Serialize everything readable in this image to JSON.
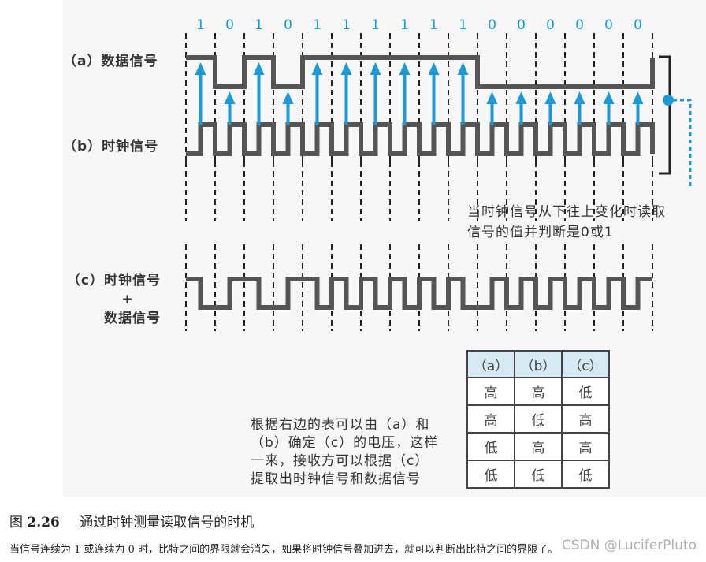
{
  "labels": {
    "a": "（a）数据信号",
    "b": "（b）时钟信号",
    "c_line1": "（c）时钟信号",
    "c_line2": "+",
    "c_line3": "数据信号"
  },
  "bits": [
    "1",
    "0",
    "1",
    "0",
    "1",
    "1",
    "1",
    "1",
    "1",
    "1",
    "0",
    "0",
    "0",
    "0",
    "0",
    "0"
  ],
  "note_right": {
    "line1": "当时钟信号从下往上变化时读取",
    "line2": "信号的值并判断是0或1"
  },
  "note_left": {
    "line1": "根据右边的表可以由（a）和",
    "line2": "（b）确定（c）的电压，这样",
    "line3": "一来，接收方可以根据（c）",
    "line4": "提取出时钟信号和数据信号"
  },
  "table": {
    "headers": [
      "（a）",
      "（b）",
      "（c）"
    ],
    "rows": [
      [
        "高",
        "高",
        "低"
      ],
      [
        "高",
        "低",
        "高"
      ],
      [
        "低",
        "高",
        "高"
      ],
      [
        "低",
        "低",
        "低"
      ]
    ]
  },
  "caption": {
    "prefix": "图",
    "number": "2.26",
    "title": "通过时钟测量读取信号的时机"
  },
  "body_text": "当信号连续为 1 或连续为 0 时，比特之间的界限就会消失，如果将时钟信号叠加进去，就可以判断出比特之间的界限了。",
  "watermark": "CSDN @LuciferPluto",
  "colors": {
    "signal": "#555555",
    "arrow": "#1a9ad6",
    "table_header": "#d6eaf5",
    "bit_label": "#1a9ad6"
  }
}
